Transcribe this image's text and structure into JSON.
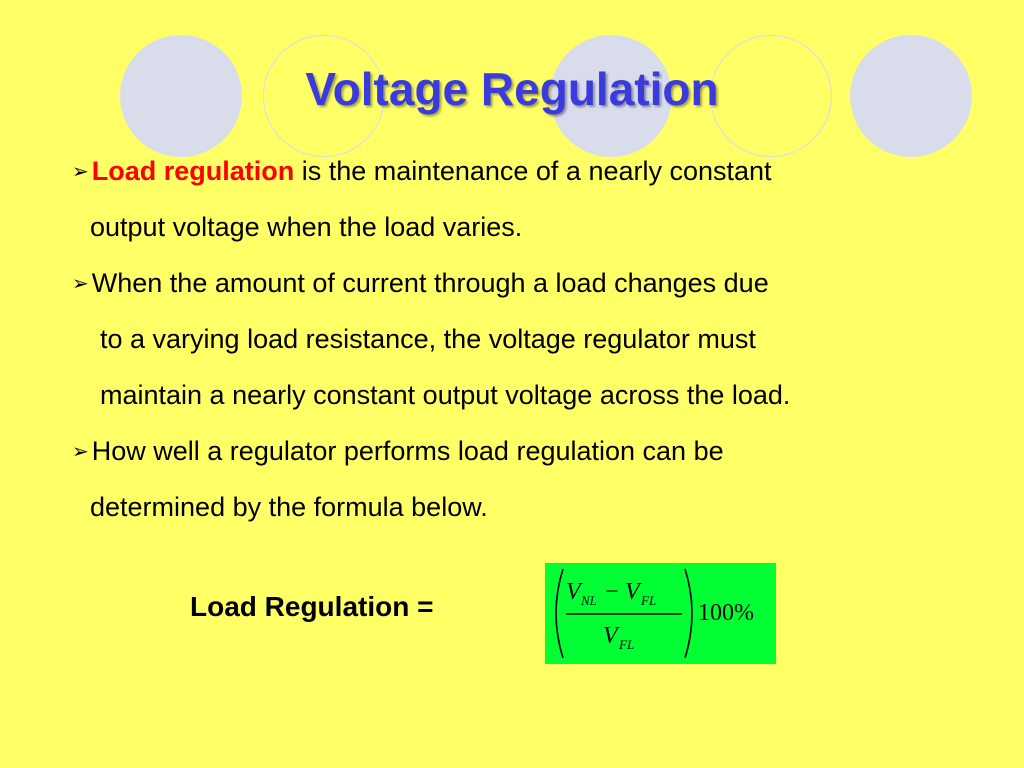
{
  "slide": {
    "title": "Voltage Regulation",
    "colors": {
      "background": "#ffff66",
      "title": "#3b3bdd",
      "highlight": "#ff0000",
      "formula_bg": "#00ff33",
      "circle": "#d9dceb"
    },
    "bullets": [
      {
        "marker": "➢",
        "highlight": "Load regulation",
        "text": " is the maintenance of a nearly constant",
        "continuation": [
          "output voltage when the load varies."
        ]
      },
      {
        "marker": "➢",
        "text": "When the amount of current through a load changes due",
        "continuation": [
          "to a varying load resistance, the voltage regulator must",
          "maintain a nearly constant output voltage across the load."
        ]
      },
      {
        "marker": "➢",
        "text": "How well a regulator performs load regulation can be",
        "continuation": [
          "determined by the formula below."
        ]
      }
    ],
    "formula": {
      "label": "Load Regulation =",
      "numerator_v1": "V",
      "numerator_v1_sub": "NL",
      "minus": "−",
      "numerator_v2": "V",
      "numerator_v2_sub": "FL",
      "denominator_v": "V",
      "denominator_sub": "FL",
      "multiplier": "100%"
    }
  }
}
